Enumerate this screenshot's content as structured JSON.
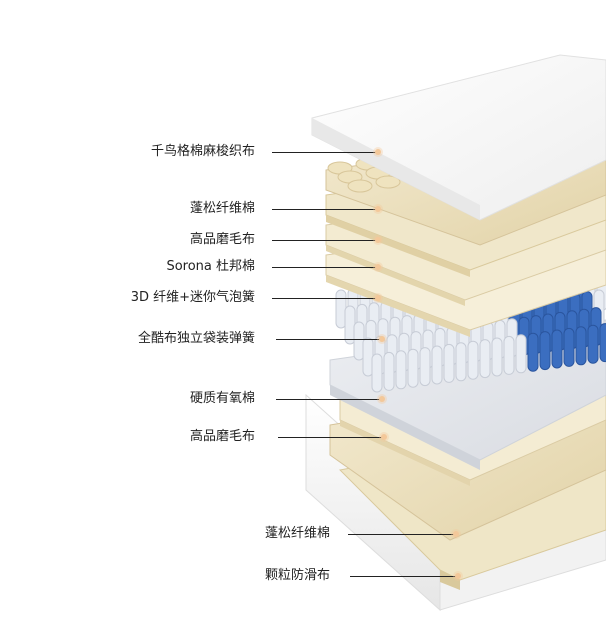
{
  "layers": [
    {
      "label": "千鸟格棉麻梭织布"
    },
    {
      "label": "蓬松纤维棉"
    },
    {
      "label": "高品磨毛布"
    },
    {
      "label": "Sorona 杜邦棉"
    },
    {
      "label": "3D 纤维+迷你气泡簧"
    },
    {
      "label": "全酷布独立袋装弹簧"
    },
    {
      "label": "硬质有氧棉"
    },
    {
      "label": "高品磨毛布"
    },
    {
      "label": "蓬松纤维棉"
    },
    {
      "label": "颗粒防滑布"
    }
  ],
  "colors": {
    "fabric_top": "#f7f7f7",
    "fiber": "#eadfbd",
    "brushed": "#efe6c7",
    "sorona": "#f1e9cc",
    "spring_white": "#e9edf3",
    "spring_blue": "#3b6ec0",
    "foam": "#e6e8ec",
    "dot": "#f3c89a",
    "text": "#222222"
  }
}
